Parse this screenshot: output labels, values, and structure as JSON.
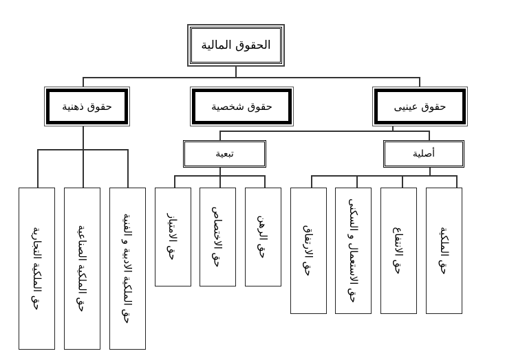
{
  "root": {
    "label": "الحقوق المالية"
  },
  "level2": [
    {
      "label": "حقوق ذهنية"
    },
    {
      "label": "حقوق شخصية"
    },
    {
      "label": "حقوق عينيى"
    }
  ],
  "level3": [
    {
      "label": "تبعية"
    },
    {
      "label": "أصلية"
    }
  ],
  "intellectual_rights": [
    {
      "label": "حق الملكية التجارية"
    },
    {
      "label": "حق الملكية الصناعية"
    },
    {
      "label": "حق الملكية الادبية و الفنية"
    }
  ],
  "accessory_rights": [
    {
      "label": "حق الامتياز"
    },
    {
      "label": "حق الاختصاص"
    },
    {
      "label": "حق الرهن"
    }
  ],
  "original_rights": [
    {
      "label": "حق الارتفاق"
    },
    {
      "label": "حق الاستعمال و السكنى"
    },
    {
      "label": "حق الانتفاع"
    },
    {
      "label": "حق الملكية"
    }
  ]
}
